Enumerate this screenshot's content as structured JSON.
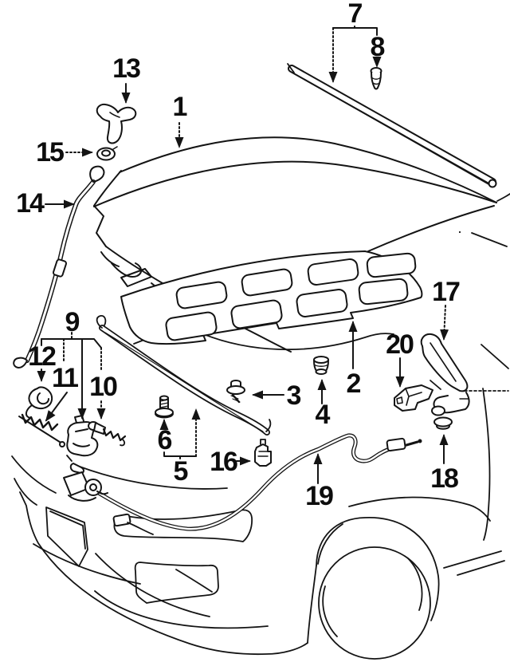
{
  "figure": {
    "description": "Exploded black-and-white parts line diagram of an automobile hood assembly: hood panel, insulation pad, weatherstrips, support rod, hinge, lock hardware and release cable, drawn over the car front end",
    "background_color": "#ffffff",
    "line_color": "#141414"
  },
  "labels": [
    {
      "num": "1"
    },
    {
      "num": "2"
    },
    {
      "num": "3"
    },
    {
      "num": "4"
    },
    {
      "num": "5"
    },
    {
      "num": "6"
    },
    {
      "num": "7"
    },
    {
      "num": "8"
    },
    {
      "num": "9"
    },
    {
      "num": "10"
    },
    {
      "num": "11"
    },
    {
      "num": "12"
    },
    {
      "num": "13"
    },
    {
      "num": "14"
    },
    {
      "num": "15"
    },
    {
      "num": "16"
    },
    {
      "num": "17"
    },
    {
      "num": "18"
    },
    {
      "num": "19"
    },
    {
      "num": "20"
    }
  ]
}
